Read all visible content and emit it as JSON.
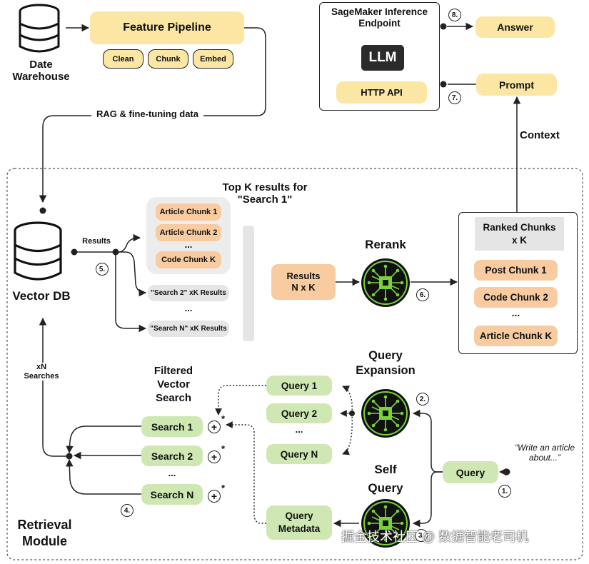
{
  "colors": {
    "yellow": "#fbe7a3",
    "orange": "#f8cba0",
    "green": "#cfe8b3",
    "gray": "#e5e5e5",
    "chip_green": "#7ad23a",
    "dark": "#222222"
  },
  "warehouse": {
    "label_line1": "Date",
    "label_line2": "Warehouse",
    "icon": "database-icon"
  },
  "pipeline": {
    "title": "Feature Pipeline",
    "steps": [
      "Clean",
      "Chunk",
      "Embed"
    ]
  },
  "rag_label": "RAG & fine-tuning data",
  "sagemaker": {
    "title_line1": "SageMaker Inference",
    "title_line2": "Endpoint",
    "llm": "LLM",
    "http": "HTTP API",
    "answer": "Answer",
    "prompt": "Prompt",
    "step8": "8.",
    "step7": "7."
  },
  "context_label": "Context",
  "vector_db": {
    "label": "Vector DB",
    "icon": "database-icon",
    "results_label": "Results",
    "step5": "5.",
    "xn_line1": "xN",
    "xn_line2": "Searches"
  },
  "topk": {
    "title_line1": "Top K results for",
    "title_line2": "\"Search 1\"",
    "chunks": [
      "Article Chunk 1",
      "Article Chunk 2",
      "Code Chunk K"
    ],
    "dots": "...",
    "search2": "\"Search 2\" xK Results",
    "searchN": "\"Search N\" xK Results"
  },
  "results_box": {
    "line1": "Results",
    "line2": "N x K"
  },
  "rerank": {
    "label": "Rerank",
    "step6": "6."
  },
  "ranked": {
    "title_line1": "Ranked Chunks",
    "title_line2": "x K",
    "items": [
      "Post Chunk 1",
      "Code Chunk 2",
      "Article Chunk K"
    ],
    "dots": "..."
  },
  "query_expansion": {
    "line1": "Query",
    "line2": "Expansion",
    "step2": "2."
  },
  "queries": [
    "Query 1",
    "Query 2",
    "Query N"
  ],
  "queries_dots": "...",
  "filtered": {
    "line1": "Filtered",
    "line2": "Vector",
    "line3": "Search"
  },
  "searches": [
    "Search 1",
    "Search 2",
    "Search N"
  ],
  "searches_dots": "...",
  "plus_sign": "+",
  "star": "*",
  "step4": "4.",
  "self_query": {
    "line1": "Self",
    "line2": "Query",
    "step3": "3."
  },
  "metadata": {
    "line1": "Query",
    "line2": "Metadata"
  },
  "query_input": {
    "label": "Query",
    "quote_line1": "“Write an article",
    "quote_line2": "about...”",
    "step1": "1."
  },
  "retrieval": {
    "line1": "Retrieval",
    "line2": "Module"
  },
  "watermark": "掘金技术社区 @ 数据智能老司机"
}
